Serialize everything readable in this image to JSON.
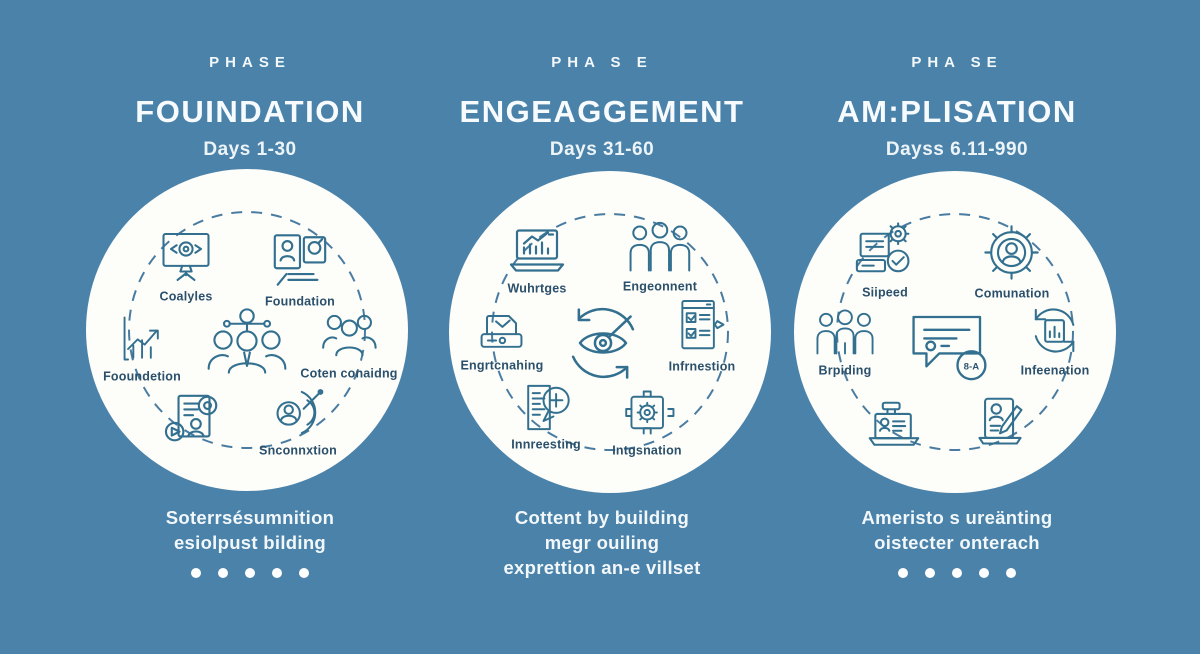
{
  "colors": {
    "background": "#4a82aa",
    "circle_fill": "#fdfdfa",
    "icon_stroke": "#33708f",
    "label_text": "#2b506b",
    "heading_text": "#f8fbfd"
  },
  "phases": [
    {
      "eyebrow": "PHASE",
      "title": "FOUINDATION",
      "days": "Days 1-30",
      "labels": {
        "topLeft": "Coalyles",
        "topRight": "Foundation",
        "midLeft": "Fooundetion",
        "midRight": "Coten conaidng",
        "bottom": "Snconnxtion"
      },
      "caption": [
        "Soterrsésumnition",
        "esiolpust bilding"
      ],
      "dots": 5
    },
    {
      "eyebrow": "PHA S E",
      "title": "ENGEAGGEMENT",
      "days": "Days 31-60",
      "labels": {
        "topLeft": "Wuhrtges",
        "topRight": "Engeonnent",
        "midLeft": "Engrtcnahing",
        "midRight": "Infrnestion",
        "bottomLeft": "Innreesting",
        "bottomRight": "Intgsnation"
      },
      "caption": [
        "Cottent by building",
        "megr ouiling",
        "exprettion an-e villset"
      ],
      "dots": 0
    },
    {
      "eyebrow": "PHA SE",
      "title": "AM:PLISATION",
      "days": "Dayss 6.11-990",
      "labels": {
        "topLeft": "Siipeed",
        "topRight": "Comunation",
        "midLeft": "Brpiding",
        "midRight": "Infeenation"
      },
      "badge": "8-A",
      "caption": [
        "Ameristo s ureänting",
        "oistecter onterach"
      ],
      "dots": 5
    }
  ]
}
